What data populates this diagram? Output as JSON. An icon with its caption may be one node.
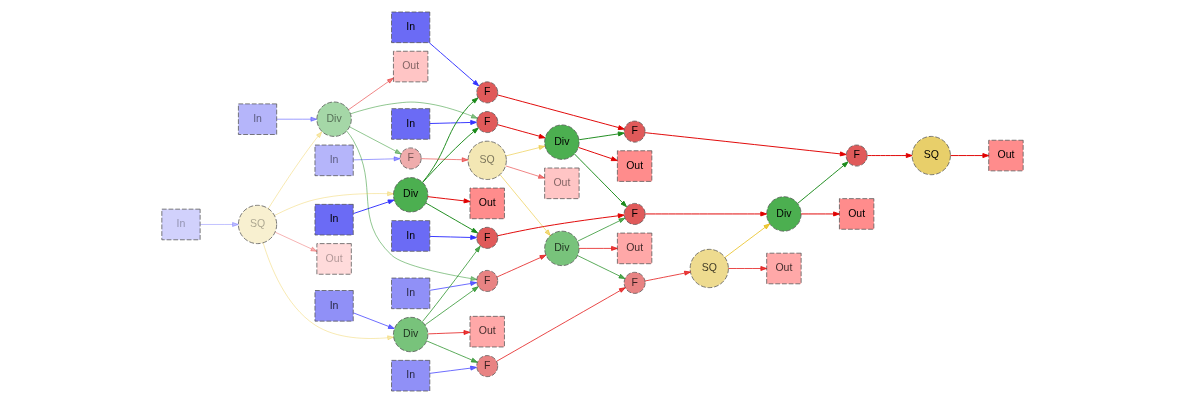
{
  "diagram": {
    "nodes": [
      {
        "text": [
          "In"
        ]
      },
      {
        "text": [
          "In"
        ]
      },
      {
        "text": [
          "In"
        ]
      },
      {
        "text": [
          "In"
        ]
      },
      {
        "text": [
          "F"
        ]
      },
      {
        "text": [
          "F"
        ]
      },
      {
        "text": [
          "F"
        ]
      },
      {
        "text": [
          "Div"
        ]
      },
      {
        "text": [
          "Out"
        ]
      },
      {
        "text": [
          "F"
        ]
      },
      {
        "text": [
          "F"
        ]
      },
      {
        "text": [
          "Div"
        ]
      },
      {
        "text": [
          "Out"
        ]
      },
      {
        "text": [
          "F"
        ]
      },
      {
        "text": [
          "Div"
        ]
      },
      {
        "text": [
          "Out"
        ]
      },
      {
        "text": [
          "SQ"
        ]
      },
      {
        "text": [
          "Out"
        ]
      },
      {
        "text": [
          "In"
        ]
      },
      {
        "text": [
          "In"
        ]
      },
      {
        "text": [
          "In"
        ]
      },
      {
        "text": [
          "F"
        ]
      },
      {
        "text": [
          "F"
        ]
      },
      {
        "text": [
          "Div"
        ]
      },
      {
        "text": [
          "Out"
        ]
      },
      {
        "text": [
          "F"
        ]
      },
      {
        "text": [
          "Div"
        ]
      },
      {
        "text": [
          "Out"
        ]
      },
      {
        "text": [
          "SQ"
        ]
      },
      {
        "text": [
          "Out"
        ]
      },
      {
        "text": [
          "In"
        ]
      },
      {
        "text": [
          "In"
        ]
      },
      {
        "text": [
          "F"
        ]
      },
      {
        "text": [
          "Div"
        ]
      },
      {
        "text": [
          "Out"
        ]
      },
      {
        "text": [
          "SQ"
        ]
      },
      {
        "text": [
          "Out"
        ]
      },
      {
        "text": [
          "In"
        ]
      },
      {
        "text": [
          "SQ"
        ]
      },
      {
        "text": [
          "Out"
        ]
      }
    ],
    "edges": [
      {
        "from": 0,
        "to": 4,
        "arrow": "to",
        "color": "#3333ff"
      },
      {
        "from": 1,
        "to": 5,
        "arrow": "to",
        "color": "#3333ff"
      },
      {
        "from": 2,
        "to": 6,
        "arrow": "to",
        "color": "#3333ff"
      },
      {
        "from": 3,
        "to": 7,
        "arrow": "to",
        "color": "#3333ff"
      },
      {
        "from": 18,
        "to": 21,
        "arrow": "to",
        "color": "#3333ff"
      },
      {
        "from": 19,
        "to": 22,
        "arrow": "to",
        "color": "#3333ff"
      },
      {
        "from": 20,
        "to": 23,
        "arrow": "to",
        "color": "#3333ff"
      },
      {
        "from": 30,
        "to": 32,
        "arrow": "to",
        "color": "#3333ff"
      },
      {
        "from": 31,
        "to": 33,
        "arrow": "to",
        "color": "#3333ff"
      },
      {
        "from": 37,
        "to": 38,
        "arrow": "to",
        "color": "#3333ff"
      },
      {
        "from": 7,
        "to": 4,
        "arrow": "to",
        "color": "#1a8a1a"
      },
      {
        "from": 7,
        "to": 5,
        "arrow": "to",
        "color": "#1a8a1a"
      },
      {
        "from": 7,
        "to": 6,
        "arrow": "to",
        "color": "#1a8a1a"
      },
      {
        "from": 23,
        "to": 21,
        "arrow": "to",
        "color": "#1a8a1a"
      },
      {
        "from": 23,
        "to": 22,
        "arrow": "to",
        "color": "#1a8a1a"
      },
      {
        "from": 23,
        "to": 5,
        "arrow": "to",
        "color": "#1a8a1a"
      },
      {
        "from": 33,
        "to": 32,
        "arrow": "to",
        "color": "#1a8a1a"
      },
      {
        "from": 33,
        "to": 22,
        "arrow": "to",
        "color": "#1a8a1a"
      },
      {
        "from": 33,
        "to": 6,
        "arrow": "to",
        "color": "#1a8a1a"
      },
      {
        "from": 11,
        "to": 9,
        "arrow": "to",
        "color": "#1a8a1a"
      },
      {
        "from": 11,
        "to": 10,
        "arrow": "to",
        "color": "#1a8a1a"
      },
      {
        "from": 26,
        "to": 25,
        "arrow": "to",
        "color": "#1a8a1a"
      },
      {
        "from": 26,
        "to": 10,
        "arrow": "to",
        "color": "#1a8a1a"
      },
      {
        "from": 14,
        "to": 13,
        "arrow": "to",
        "color": "#1a8a1a"
      },
      {
        "from": 7,
        "to": 8,
        "arrow": "to"
      },
      {
        "from": 23,
        "to": 24,
        "arrow": "to"
      },
      {
        "from": 33,
        "to": 34,
        "arrow": "to"
      },
      {
        "from": 11,
        "to": 12,
        "arrow": "to"
      },
      {
        "from": 26,
        "to": 27,
        "arrow": "to"
      },
      {
        "from": 14,
        "to": 15,
        "arrow": "to"
      },
      {
        "from": 16,
        "to": 17,
        "arrow": "to"
      },
      {
        "from": 28,
        "to": 29,
        "arrow": "to"
      },
      {
        "from": 35,
        "to": 36,
        "arrow": "to"
      },
      {
        "from": 38,
        "to": 39,
        "arrow": "to"
      },
      {
        "from": 4,
        "to": 9,
        "arrow": "to"
      },
      {
        "from": 5,
        "to": 10,
        "arrow": "to"
      },
      {
        "from": 6,
        "to": 11,
        "arrow": "to"
      },
      {
        "from": 21,
        "to": 25,
        "arrow": "to"
      },
      {
        "from": 22,
        "to": 26,
        "arrow": "to"
      },
      {
        "from": 32,
        "to": 35,
        "arrow": "to"
      },
      {
        "from": 9,
        "to": 13,
        "arrow": "to"
      },
      {
        "from": 10,
        "to": 14,
        "arrow": "to"
      },
      {
        "from": 25,
        "to": 28,
        "arrow": "to"
      },
      {
        "from": 13,
        "to": 16,
        "arrow": "to"
      },
      {
        "from": 38,
        "to": 33,
        "arrow": "to",
        "color": "#e6b800"
      },
      {
        "from": 38,
        "to": 23,
        "arrow": "to",
        "color": "#e6b800"
      },
      {
        "from": 38,
        "to": 7,
        "arrow": "to",
        "color": "#e6b800"
      },
      {
        "from": 35,
        "to": 26,
        "arrow": "to",
        "color": "#e6b800"
      },
      {
        "from": 35,
        "to": 11,
        "arrow": "to",
        "color": "#e6b800"
      },
      {
        "from": 28,
        "to": 14,
        "arrow": "to",
        "color": "#e6b800"
      }
    ]
  }
}
